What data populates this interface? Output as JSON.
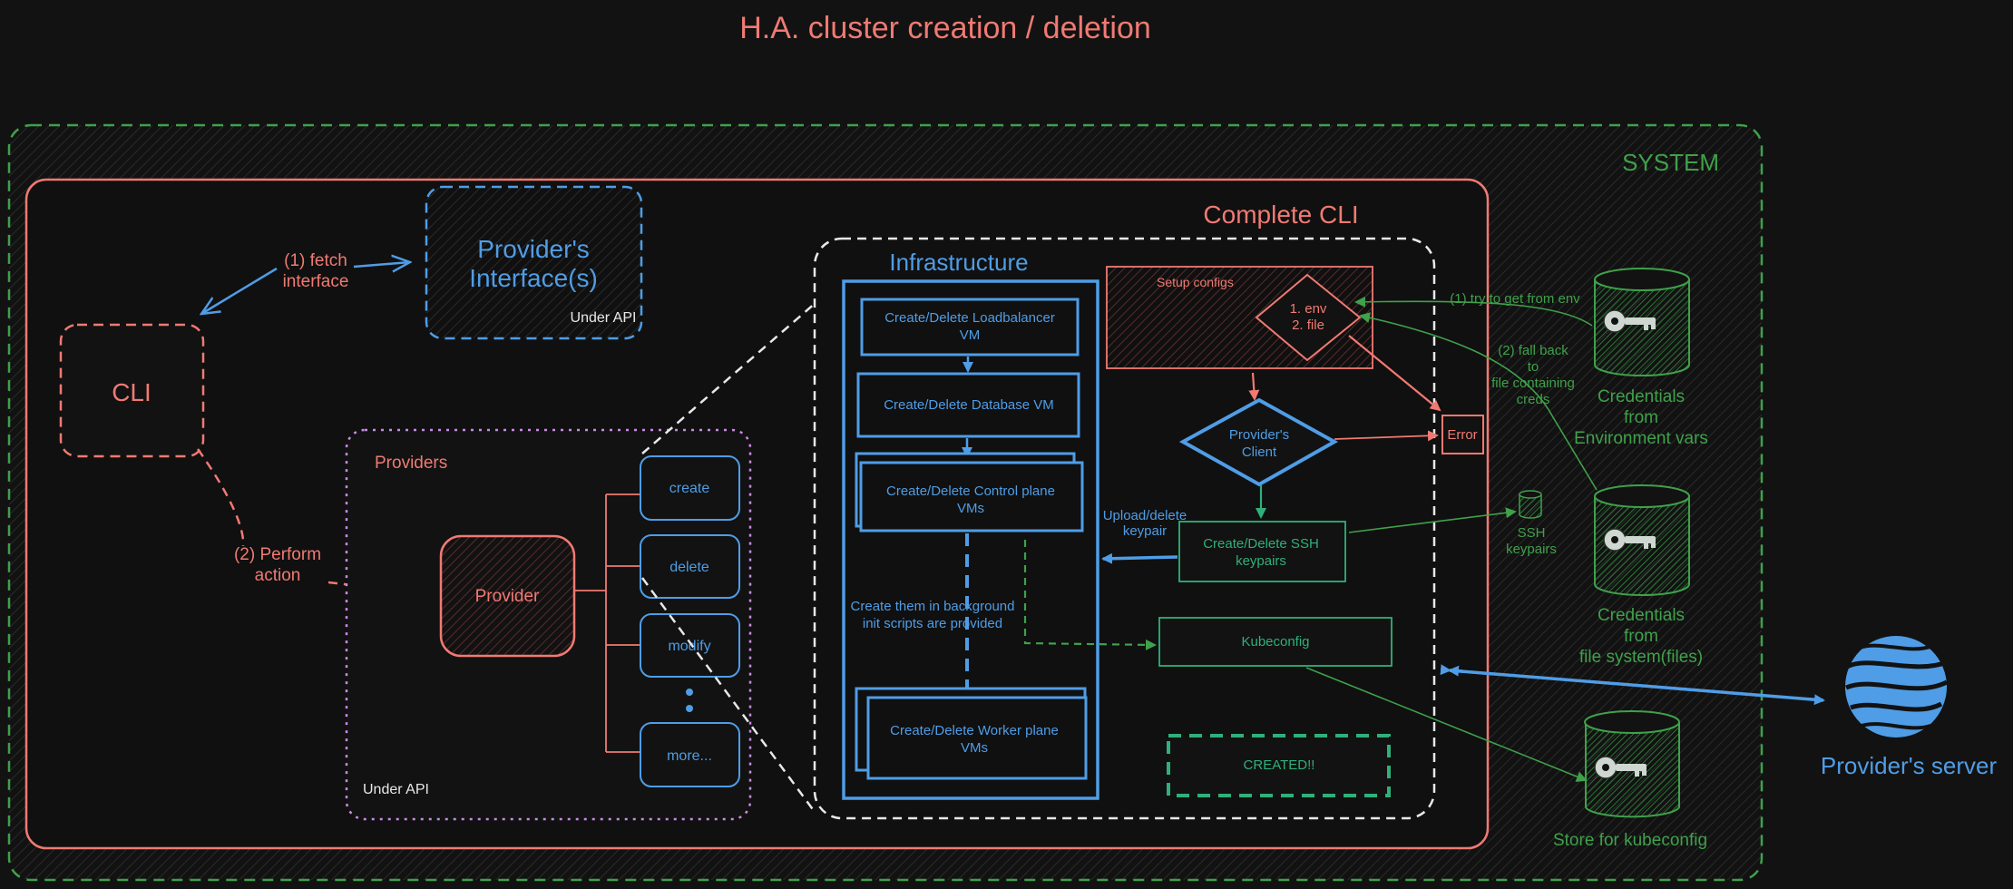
{
  "title": "H.A. cluster creation / deletion",
  "colors": {
    "background": "#121212",
    "green": "#3fa14a",
    "salmon": "#f07a73",
    "blue": "#4f9de6",
    "white": "#e8e8e8",
    "purple": "#c98ae6",
    "teal": "#2fb07a"
  },
  "system": {
    "label": "SYSTEM"
  },
  "complete_cli": {
    "label": "Complete CLI"
  },
  "cli": {
    "label": "CLI"
  },
  "provider_interface": {
    "label_line1": "Provider's",
    "label_line2": "Interface(s)",
    "sublabel": "Under API"
  },
  "providers": {
    "label": "Providers",
    "provider_label": "Provider",
    "sublabel": "Under API",
    "actions": [
      "create",
      "delete",
      "modify",
      "more..."
    ],
    "ellipsis_icon": "vertical-dots-icon"
  },
  "edges": {
    "fetch_line1": "(1) fetch",
    "fetch_line2": "interface",
    "perform_line1": "(2) Perform",
    "perform_line2": "action"
  },
  "infrastructure": {
    "label": "Infrastructure",
    "loadbalancer_line1": "Create/Delete Loadbalancer",
    "loadbalancer_line2": "VM",
    "database": "Create/Delete Database VM",
    "control_line1": "Create/Delete Control plane",
    "control_line2": "VMs",
    "background_line1": "Create them in background",
    "background_line2": "init scripts are provided",
    "worker_line1": "Create/Delete Worker plane",
    "worker_line2": "VMs"
  },
  "setup_configs": {
    "label": "Setup configs",
    "option1": "1. env",
    "option2": "2. file"
  },
  "provider_client": {
    "line1": "Provider's",
    "line2": "Client"
  },
  "error": {
    "label": "Error"
  },
  "upload_keypair": {
    "line1": "Upload/delete",
    "line2": "keypair"
  },
  "ssh_create": {
    "line1": "Create/Delete SSH",
    "line2": "keypairs"
  },
  "kubeconfig": {
    "label": "Kubeconfig"
  },
  "created": {
    "label": "CREATED!!"
  },
  "annotations": {
    "try_env": "(1) try to get from env",
    "fallback_line1": "(2) fall back",
    "fallback_line2": "to",
    "fallback_line3": "file containing",
    "fallback_line4": "creds"
  },
  "credentials_env": {
    "line1": "Credentials",
    "line2": "from",
    "line3": "Environment vars",
    "icon": "key-icon"
  },
  "credentials_fs": {
    "line1": "Credentials",
    "line2": "from",
    "line3": "file system(files)",
    "icon": "key-icon"
  },
  "ssh_store": {
    "line1": "SSH",
    "line2": "keypairs"
  },
  "kube_store": {
    "label": "Store for kubeconfig",
    "icon": "key-icon"
  },
  "provider_server": {
    "label": "Provider's server",
    "icon": "globe-icon"
  }
}
